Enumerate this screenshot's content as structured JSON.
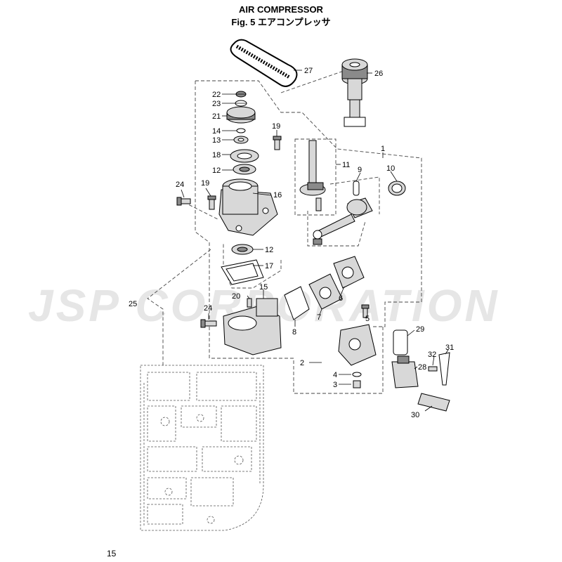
{
  "header": {
    "title": "AIR COMPRESSOR",
    "subtitle": "Fig. 5  エアコンプレッサ"
  },
  "watermark": "JSP CORPORATION",
  "page_number": "15",
  "callouts": [
    "1",
    "2",
    "3",
    "4",
    "5",
    "6",
    "7",
    "8",
    "9",
    "10",
    "11",
    "12",
    "12",
    "13",
    "14",
    "15",
    "16",
    "17",
    "18",
    "19",
    "19",
    "20",
    "21",
    "22",
    "23",
    "24",
    "24",
    "25",
    "26",
    "27",
    "28",
    "29",
    "30",
    "31",
    "32"
  ]
}
